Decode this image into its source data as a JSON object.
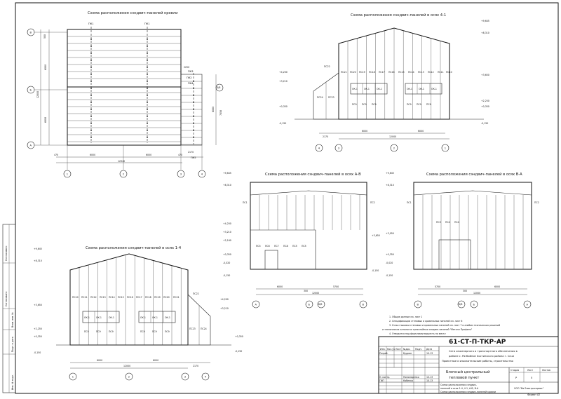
{
  "views": {
    "roof_title": "Схема расположения сэндвич-панелей кровли",
    "v41_title": "Схема расположения сэндвич-панелей в осях 4-1",
    "vab_title": "Схема расположения сэндвич-панелей в осях А-В",
    "vba_title": "Схема расположения сэндвич-панелей в осях В-А",
    "v14_title": "Схема расположения сэндвич-панелей в осях 1-4"
  },
  "axes": {
    "a1": "1",
    "a2": "2",
    "a3": "3",
    "a4": "4",
    "aA": "А",
    "aB": "Б",
    "aBV": "Б/В",
    "aV": "В"
  },
  "dims": {
    "d6000": "6000",
    "d12000": "12000",
    "d12940": "12940",
    "d470": "470",
    "d470b": "470",
    "d500": "500",
    "d2250": "2250",
    "d2170": "2170",
    "d10800": "10800",
    "d5700": "5700",
    "d300": "300",
    "d7058": "7058"
  },
  "marks": {
    "e9645": "+9,645",
    "e8310": "+8,310",
    "e4200": "+4,200",
    "e3210": "+3,210",
    "e3650": "+3,650",
    "e2250": "+2,250",
    "e0350": "+0,350",
    "e0000": "±0,000",
    "em0150": "-0,150",
    "em0020": "-0,020",
    "e2160": "+2,160",
    "e3050": "+3,050"
  },
  "panels": {
    "pk1": "ПК1",
    "pk2": "ПК2",
    "pk3": "ПК3",
    "pk4": "ПК4",
    "pk5": "ПК5",
    "pc1": "ПС1",
    "pc2": "ПС2",
    "pc3": "ПС3",
    "pc4": "ПС4",
    "pc5": "ПС5",
    "pc6": "ПС6",
    "pc7": "ПС7",
    "pc8": "ПС8",
    "pc9": "ПС9",
    "pc10": "ПС10",
    "pc11": "ПС11",
    "pc12": "ПС12",
    "pc13": "ПС13",
    "pc14": "ПС14",
    "pc15": "ПС15",
    "pc16": "ПС16",
    "pc17": "ПС17",
    "pc18": "ПС18",
    "pc19": "ПС19",
    "pc20": "ПС20",
    "pc21": "ПС21",
    "pc22": "ПС22",
    "pc23": "ПС23",
    "pc24": "ПС24",
    "ok1": "ОК-1"
  },
  "notes": [
    "1. Общие данные см. лист 1",
    "2. Спецификацию стеновых и кровельных панелей см. лист 6",
    "3. Узлы стыковки стеновых и кровельных панелей см. лист 7 и альбом технических решений",
    "и технических каталогах трехслойных сэндвич-панелей \"Металл Профиль\"",
    "4. Отводятся под фартуками вышесть по месту"
  ],
  "stamp": {
    "code": "61-СТ-П-ТКР-АР",
    "project_line1": "Сети инженерного и транспортного обеспечения в",
    "project_line2": "районе с. Разбойное Хостинского района г. Сочи",
    "project_line3": "Проектные и изыскательские работы, строительство",
    "object_line1": "Блочный центральный",
    "object_line2": "тепловой пункт",
    "sheet_title_line1": "Схема расположения сэндвич-",
    "sheet_title_line2": "панелей в осях 1-4, 4-1, А-В, В-А",
    "sheet_title_line3": "Схема расположения сэндвич-панелей кровли",
    "company": "ООО \"Ва-Электросервис\"",
    "stage_hdr": "Стадия",
    "sheet_hdr": "Лист",
    "sheets_hdr": "Листов",
    "stage": "Р",
    "sheet": "5",
    "h_izm": "Изм.",
    "h_kol": "Кол.уч",
    "h_list": "Лист",
    "h_doc": "№док.",
    "h_podp": "Подп.",
    "h_data": "Дата",
    "r_razrab": "Разраб.",
    "r_razrab_name": "Будкин",
    "r_nkontr": "Н. контр.",
    "r_nkontr_name": "Пономаренко",
    "r_gip": "ГИП",
    "r_gip_name": "Кобелко",
    "date": "10.13",
    "format": "Формат А2"
  },
  "side_stamp": {
    "s1": "Согласовано",
    "s2": "Согласовано",
    "s3": "Взам. инв. №",
    "s4": "Подп. и дата",
    "s5": "Инв. № подл."
  }
}
